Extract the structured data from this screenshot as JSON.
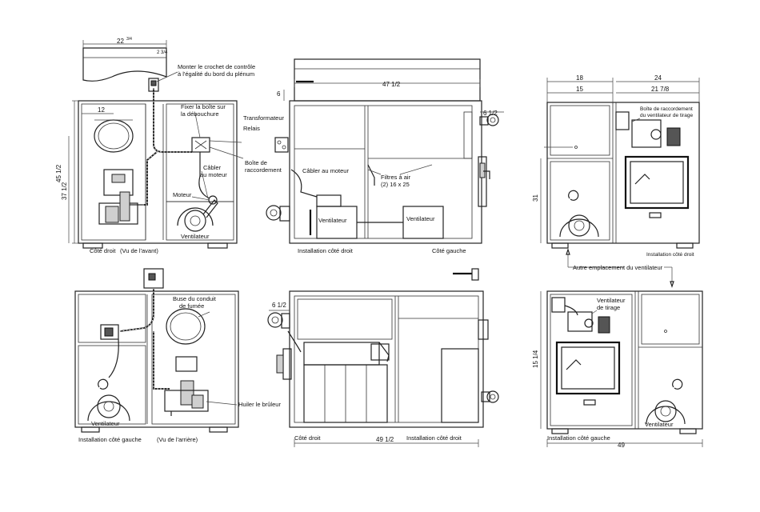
{
  "views": {
    "front": {
      "caption_left": "Côté droit",
      "caption_right": "(Vu de l'avant)",
      "dim_top": "22",
      "dim_top_frac": "3/4",
      "dim_small_top": "2 3/4",
      "dim_circle": "12",
      "dim_height": "45 1/2",
      "dim_left_inner": "37 1/2"
    },
    "right_install": {
      "caption": "Installation côté droit",
      "dim_top": "47 1/2",
      "dim_left": "6",
      "dim_right": "6 1/2"
    },
    "left_side": {
      "caption": "Côté gauche"
    },
    "right_side_top": {
      "dim_left": "18",
      "dim_left_inner": "15",
      "dim_right": "24",
      "dim_right_inner": "21 7/8",
      "dim_height": "31",
      "caption": "Installation côté droit"
    },
    "rear": {
      "caption_left": "Installation côté gauche",
      "caption_right": "(Vu de l'arrière)"
    },
    "left_install": {
      "caption_left": "Côté droit",
      "caption_right": "Installation côté droit",
      "dim_bottom": "49 1/2",
      "dim_small": "6 1/2"
    },
    "left_side_bottom": {
      "caption": "Installation côté gauche",
      "dim_height": "15 1/4",
      "dim_bottom": "49"
    }
  },
  "labels": {
    "hook": "Monter le crochet de contrôle à l'égalité du bord du plénum",
    "hook_l1": "Monter le crochet de contrôle",
    "hook_l2": "à l'égalité du bord du plénum",
    "box_l1": "Fixer la boîte sur",
    "box_l2": "la débouchure",
    "transformer": "Transformateur",
    "relay": "Relais",
    "junction_l1": "Boîte de",
    "junction_l2": "raccordement",
    "motor_cable_l1": "Câbler",
    "motor_cable_l2": "au moteur",
    "motor": "Moteur",
    "fan": "Ventilateur",
    "cable_motor": "Câbler au moteur",
    "filters_l1": "Filtres à air",
    "filters_l2": "(2) 16 x 25",
    "fan1": "Ventilateur",
    "fan2": "Ventilateur",
    "draft_box_l1": "Boîte de raccordement",
    "draft_box_l2": "du ventilateur de tirage",
    "alt_fan": "Autre emplacement du ventilateur",
    "flue_l1": "Buse du conduit",
    "flue_l2": "de fumée",
    "burner": "Huiler le brûleur",
    "fan3": "Ventilateur",
    "draft_fan_l1": "Ventilateur",
    "draft_fan_l2": "de tirage",
    "fan4": "Ventilateur"
  }
}
